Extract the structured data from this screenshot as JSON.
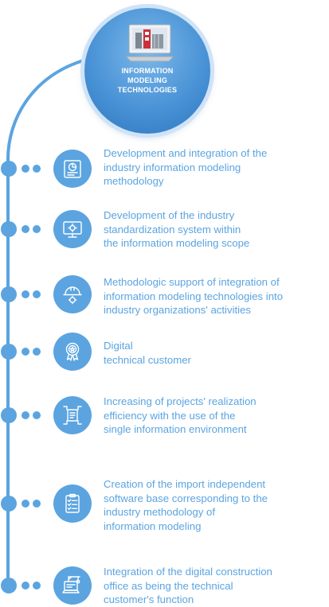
{
  "header": {
    "title": "INFORMATION\nMODELING\nTECHNOLOGIES"
  },
  "items": [
    {
      "text": "Development and integration of the\nindustry information modeling\nmethodology",
      "icon": "chart-clipboard-icon"
    },
    {
      "text": "Development of the industry\nstandardization system within\nthe information modeling scope",
      "icon": "monitor-gear-icon"
    },
    {
      "text": "Methodologic support of integration of\ninformation modeling technologies into\nindustry organizations' activities",
      "icon": "hard-hat-gear-icon"
    },
    {
      "text": "Digital\ntechnical customer",
      "icon": "award-medal-icon"
    },
    {
      "text": "Increasing of projects' realization\nefficiency with the use of the\nsingle information environment",
      "icon": "document-network-icon"
    },
    {
      "text": "Creation of the import independent\nsoftware base corresponding to the\nindustry methodology of\ninformation modeling",
      "icon": "checklist-icon"
    },
    {
      "text": "Integration of the digital construction\noffice as being the technical\ncustomer's function",
      "icon": "computer-crane-icon"
    }
  ],
  "colors": {
    "accent": "#5ba4e0",
    "hero_dark": "#2f76c0",
    "text": "#5ba4e0"
  }
}
